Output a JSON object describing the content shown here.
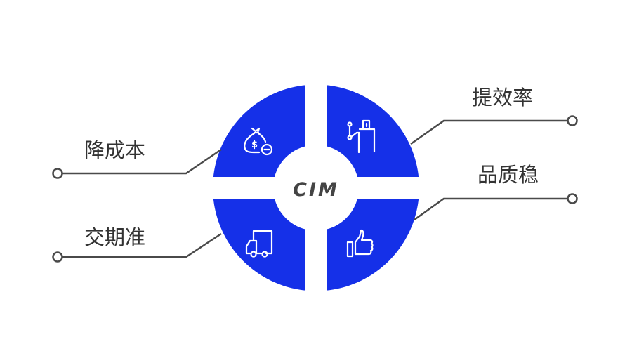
{
  "center_label": "CIM",
  "accent_color": "#1530e8",
  "quadrants": [
    {
      "label": "降成本",
      "icon": "money-bag-minus-icon"
    },
    {
      "label": "提效率",
      "icon": "person-workflow-icon"
    },
    {
      "label": "交期准",
      "icon": "truck-icon"
    },
    {
      "label": "品质稳",
      "icon": "thumbs-up-icon"
    }
  ]
}
